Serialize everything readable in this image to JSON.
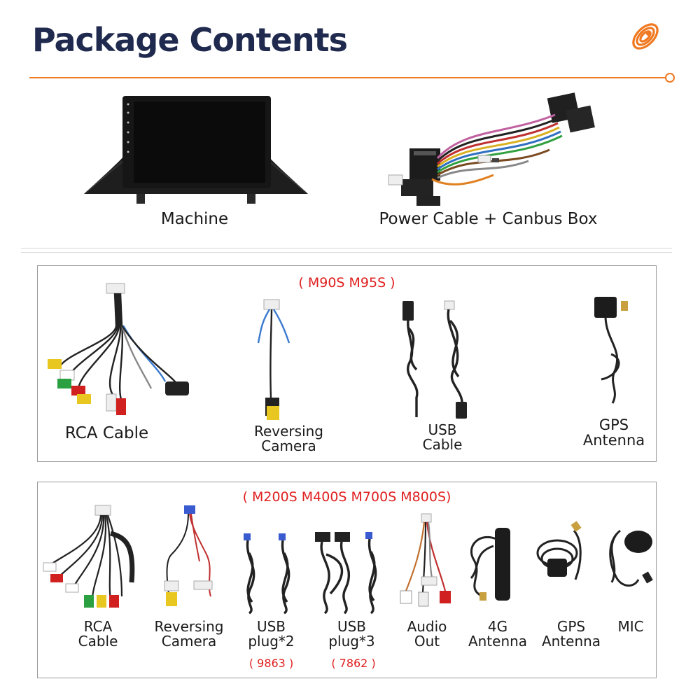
{
  "header": {
    "title": "Package Contents",
    "accent_color": "#f07820",
    "title_color": "#1f2a4e",
    "logo_icon": "orange-coil-logo-icon"
  },
  "top_items": [
    {
      "label": "Machine",
      "icon": "car-radio-head-unit-image"
    },
    {
      "label": "Power Cable + Canbus Box",
      "icon": "wiring-harness-image"
    }
  ],
  "group_a": {
    "heading": "( M90S M95S )",
    "items": [
      {
        "label": "RCA Cable",
        "icon": "rca-cable-image"
      },
      {
        "label_lines": [
          "Reversing",
          "Camera"
        ],
        "icon": "reversing-camera-cable-image"
      },
      {
        "label_lines": [
          "USB",
          "Cable"
        ],
        "icon": "usb-cable-image"
      },
      {
        "label_lines": [
          "GPS",
          "Antenna"
        ],
        "icon": "gps-antenna-image"
      }
    ]
  },
  "group_b": {
    "heading": "( M200S M400S M700S M800S)",
    "items": [
      {
        "label_lines": [
          "RCA",
          "Cable"
        ],
        "icon": "rca-cable-image"
      },
      {
        "label_lines": [
          "Reversing",
          "Camera"
        ],
        "icon": "reversing-camera-cable-image"
      },
      {
        "label_lines": [
          "USB",
          "plug*2"
        ],
        "note": "( 9863 )",
        "icon": "usb-plug-image"
      },
      {
        "label_lines": [
          "USB",
          "plug*3"
        ],
        "note": "( 7862 )",
        "icon": "usb-plug-image"
      },
      {
        "label_lines": [
          "Audio",
          "Out"
        ],
        "icon": "audio-out-cable-image"
      },
      {
        "label_lines": [
          "4G",
          "Antenna"
        ],
        "icon": "4g-antenna-image"
      },
      {
        "label_lines": [
          "GPS",
          "Antenna"
        ],
        "icon": "gps-antenna-image"
      },
      {
        "label": "MIC",
        "icon": "microphone-image"
      }
    ]
  }
}
